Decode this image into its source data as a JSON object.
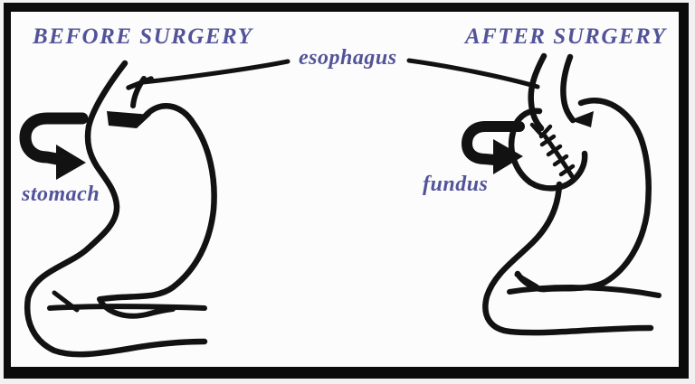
{
  "figure": {
    "left_panel": {
      "title": "BEFORE SURGERY",
      "organ_label": "stomach"
    },
    "right_panel": {
      "title": "AFTER SURGERY",
      "organ_label": "fundus"
    },
    "shared_label": "esophagus"
  },
  "icons": {
    "before_arrow": "curved-reflux-arrow",
    "after_arrow": "curved-wrap-arrow",
    "sutures": "suture-stitch-marks"
  },
  "colors": {
    "label": "#53539a",
    "line": "#121212",
    "frame": "#0b0b0b",
    "background": "#fcfcfc"
  }
}
